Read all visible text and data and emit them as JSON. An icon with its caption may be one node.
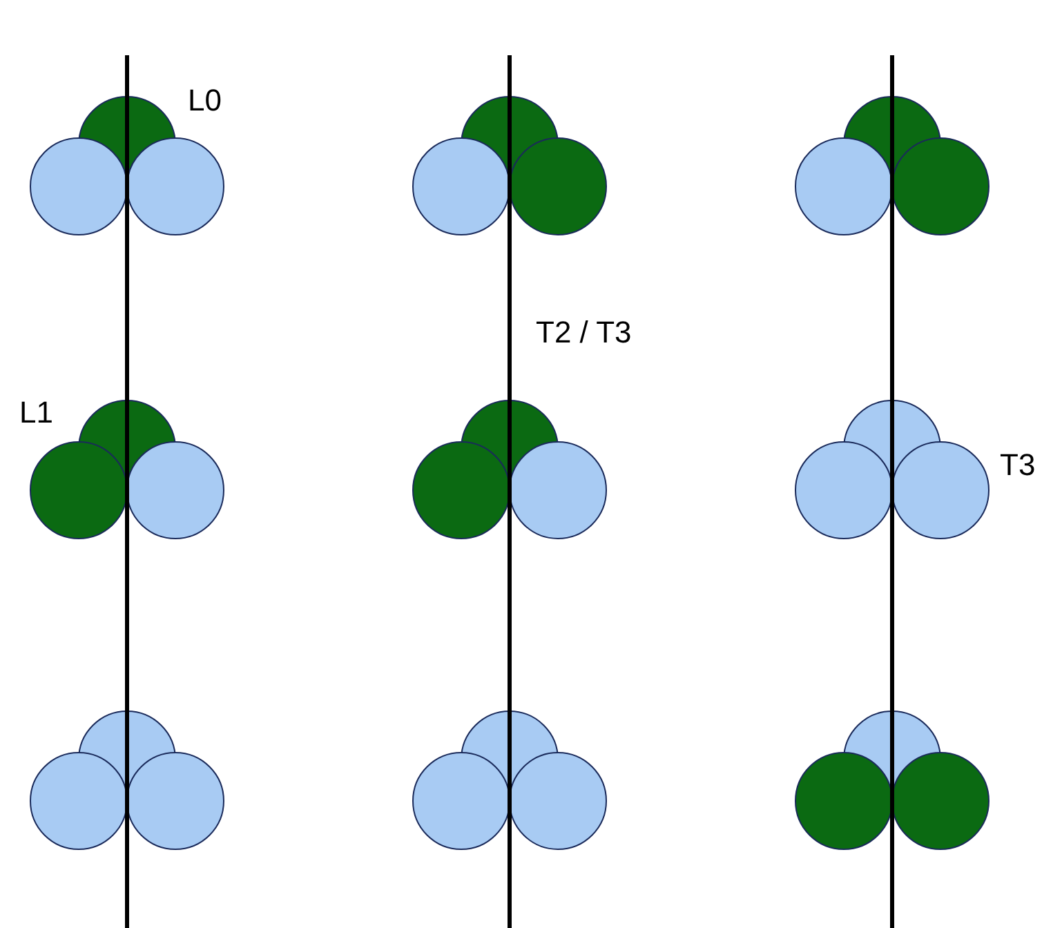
{
  "diagram": {
    "labels": [
      "L0",
      "T2 / T3",
      "L1",
      "T3"
    ]
  }
}
